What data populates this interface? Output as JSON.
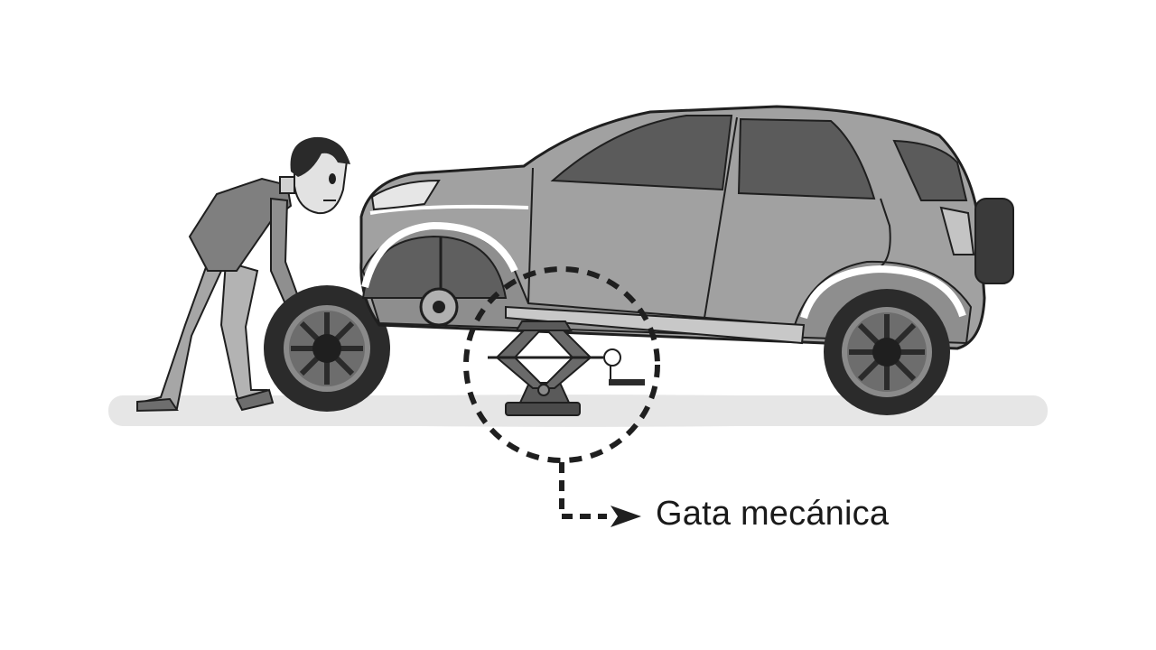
{
  "callout": {
    "label": "Gata mecánica"
  },
  "icons": [
    "person-figure",
    "spare-tire",
    "car",
    "scissor-jack",
    "callout-circle",
    "arrow"
  ],
  "colors": {
    "ground": "#e6e6e6",
    "car_body": "#9c9c9c",
    "car_light": "#b8b8b8",
    "window": "#5b5b5b",
    "tire": "#2b2b2b",
    "outline": "#1f1f1f",
    "skin": "#d9d9d9",
    "shirt": "#7a7a7a",
    "pants": "#a8a8a8"
  }
}
